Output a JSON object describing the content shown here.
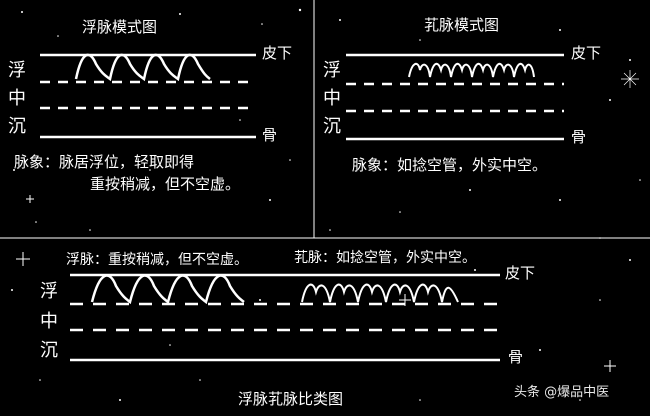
{
  "panel_left": {
    "title": "浮脉模式图",
    "levels": [
      "浮",
      "中",
      "沉"
    ],
    "label_top": "皮下",
    "label_bottom": "骨",
    "desc_line1": "脉象：脉居浮位，轻取即得",
    "desc_line2": "重按稍减，但不空虚。"
  },
  "panel_right": {
    "title": "芤脉模式图",
    "levels": [
      "浮",
      "中",
      "沉"
    ],
    "label_top": "皮下",
    "label_bottom": "骨",
    "desc": "脉象：如捻空管，外实中空。"
  },
  "panel_bottom": {
    "levels": [
      "浮",
      "中",
      "沉"
    ],
    "note_fu": "浮脉：重按稍减，但不空虚。",
    "note_kou": "芤脉：如捻空管，外实中空。",
    "label_top": "皮下",
    "label_bottom": "骨",
    "caption": "浮脉芤脉比类图"
  },
  "watermark": {
    "text": "头条 @爆品中医"
  }
}
